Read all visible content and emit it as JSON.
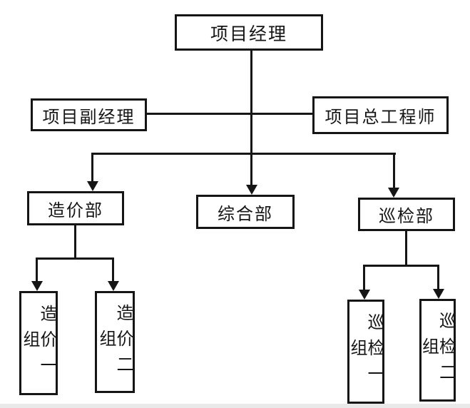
{
  "org": {
    "root": "项目经理",
    "staff": [
      "项目副经理",
      "项目总工程师"
    ],
    "departments": [
      {
        "name": "造价部",
        "groups": [
          "造价一组",
          "造价二组"
        ]
      },
      {
        "name": "综合部",
        "groups": []
      },
      {
        "name": "巡检部",
        "groups": [
          "巡检一组",
          "巡检二组"
        ]
      }
    ]
  },
  "colors": {
    "line": "#151515",
    "box_border": "#151515",
    "box_background": "#ffffff",
    "page_background": "#ffffff",
    "text": "#151515"
  }
}
